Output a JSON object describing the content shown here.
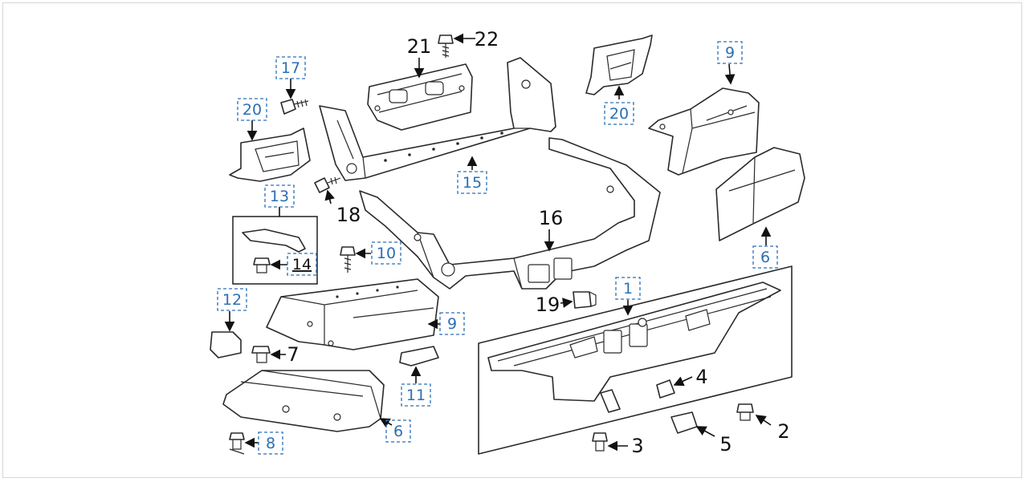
{
  "callouts": {
    "c1": "1",
    "c2": "2",
    "c3": "3",
    "c4": "4",
    "c5": "5",
    "c6a": "6",
    "c6b": "6",
    "c7": "7",
    "c8": "8",
    "c9a": "9",
    "c9b": "9",
    "c10": "10",
    "c11": "11",
    "c12": "12",
    "c13": "13",
    "c14": "14",
    "c15": "15",
    "c16": "16",
    "c17": "17",
    "c18": "18",
    "c19": "19",
    "c20a": "20",
    "c20b": "20",
    "c21": "21",
    "c22": "22"
  },
  "colors": {
    "ink": "#2a2a2a",
    "callout_box": "#2b6fb6",
    "frame": "#d6d6d6"
  }
}
